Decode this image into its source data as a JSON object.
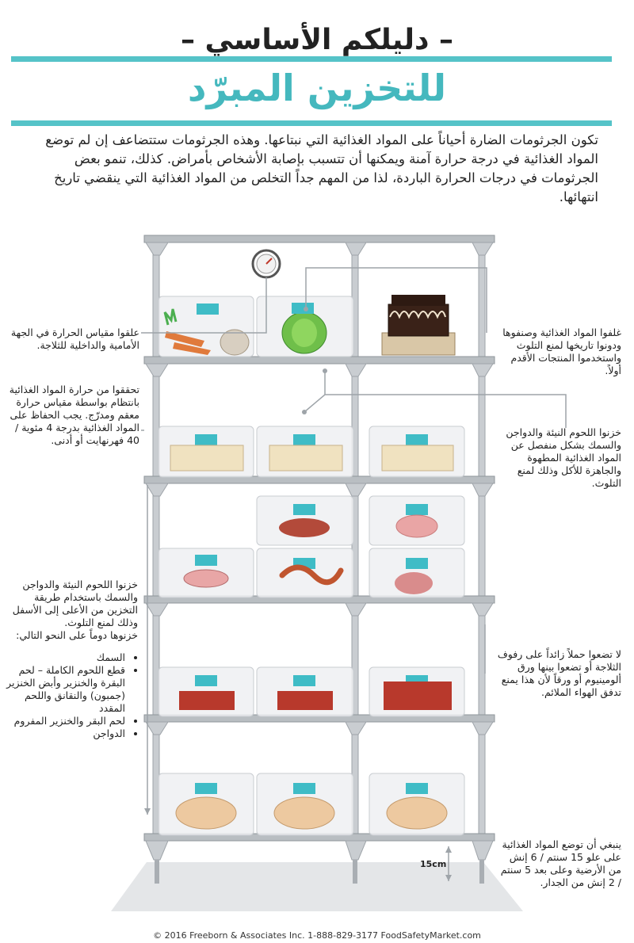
{
  "header": {
    "title_line1": "– دليلكم الأساسي –",
    "title_line2": "للتخزين المبرّد"
  },
  "intro": "تكون الجرثومات الضارة أحياناً على المواد الغذائية التي نبتاعها. وهذه الجرثومات ستتضاعف إن لم توضع المواد الغذائية في درجة حرارة آمنة ويمكنها أن تتسبب بإصابة الأشخاص بأمراض. كذلك، تنمو بعض الجرثومات في درجات الحرارة الباردة، لذا من المهم جداً التخلص من المواد الغذائية التي ينقضي تاريخ انتهائها.",
  "notes": {
    "thermometer": "علقوا مقياس الحرارة في الجهة الأمامية والداخلية للثلاجة.",
    "check_temp": "تحققوا من حرارة المواد الغذائية بانتظام بواسطة مقياس حرارة معقم ومدرّج. يجب الحفاظ على المواد الغذائية بدرجة 4 مئوية / 40 فهرنهايت أو أدنى.",
    "wrap_label": "غلفوا المواد الغذائية وصنفوها ودونوا تاريخها لمنع التلوث واستخدموا المنتجات الأقدم أولاً.",
    "separate": "خزنوا اللحوم النيئة والدواجن والسمك بشكل منفصل عن المواد الغذائية المطهوة والجاهزة للأكل وذلك لمنع التلوث.",
    "top_down_intro": "خزنوا اللحوم النيئة والدواجن والسمك باستخدام طريقة التخزين من الأعلى إلى الأسفل وذلك لمنع التلوث.",
    "top_down_order_intro": "خزنوها دوماً على النحو التالي:",
    "order_list": [
      "السمك",
      "قطع اللحوم الكاملة – لحم البقرة والخنزير وأبض الخنزير (جمبون) والنقانق واللحم المقدد",
      "لحم البقر والخنزير المفروم",
      "الدواجن"
    ],
    "no_overload": "لا تضعوا حملاً زائداً على رفوف الثلاجة أو تضعوا بينها ورق ألومينيوم أو ورقاً لأن هذا يمنع تدفق الهواء الملائم.",
    "floor_height": "ينبغي أن توضع المواد الغذائية على علو 15 سنتم / 6 إنش من الأرضية وعلى بعد 5 سنتم / 2 إنش من الجدار."
  },
  "figure": {
    "measure_label": "15cm"
  },
  "footer": "© 2016 Freeborn & Associates Inc. 1-888-829-3177 FoodSafetyMarket.com",
  "colors": {
    "teal": "#55c3c8",
    "shelf_grey": "#b9bec2",
    "label_teal": "#3fbcc6"
  }
}
